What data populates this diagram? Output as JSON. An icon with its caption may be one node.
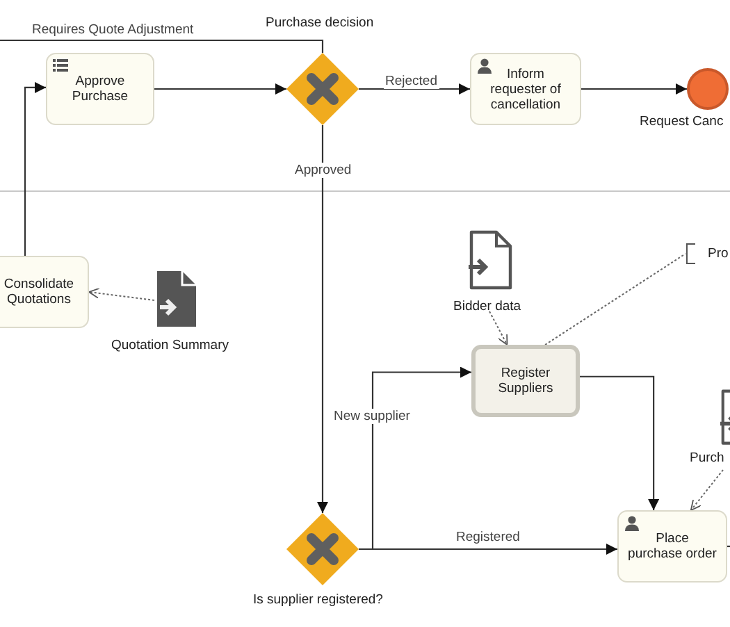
{
  "diagram": {
    "nodes": [
      {
        "text": [
          "Approve Purchase"
        ]
      },
      {
        "text": [
          "Purchase decision"
        ]
      },
      {
        "text": [
          "Inform requester of cancellation"
        ]
      },
      {
        "text": [
          "Request Canc"
        ]
      },
      {
        "text": [
          "Consolidate Quotations"
        ]
      },
      {
        "text": [
          "Quotation Summary"
        ]
      },
      {
        "text": [
          "Bidder data"
        ]
      },
      {
        "text": [
          "Register Suppliers"
        ]
      },
      {
        "text": [
          "Pro"
        ]
      },
      {
        "text": [
          "Is supplier registered?"
        ]
      },
      {
        "text": [
          "Place purchase order"
        ]
      },
      {
        "text": [
          "Purch"
        ]
      }
    ],
    "edges": [
      {
        "from": 1,
        "to": null,
        "arrow": "none",
        "label": "Requires Quote Adjustment"
      },
      {
        "from": 4,
        "to": 0,
        "arrow": "to"
      },
      {
        "from": 0,
        "to": 1,
        "arrow": "to"
      },
      {
        "from": 1,
        "to": 2,
        "arrow": "to",
        "label": "Rejected"
      },
      {
        "from": 2,
        "to": 3,
        "arrow": "to"
      },
      {
        "from": 1,
        "to": 9,
        "arrow": "to",
        "label": "Approved"
      },
      {
        "from": 5,
        "to": 4,
        "arrow": "to",
        "style": "dashed"
      },
      {
        "from": 6,
        "to": 7,
        "arrow": "to",
        "style": "dashed"
      },
      {
        "from": 7,
        "to": 8,
        "arrow": "none",
        "style": "dashed"
      },
      {
        "from": 9,
        "to": 7,
        "arrow": "to",
        "label": "New supplier"
      },
      {
        "from": 9,
        "to": 10,
        "arrow": "to",
        "label": "Registered"
      },
      {
        "from": 7,
        "to": 10,
        "arrow": "to"
      },
      {
        "from": 11,
        "to": 10,
        "arrow": "to",
        "style": "dashed"
      },
      {
        "from": 10,
        "to": null,
        "arrow": "none"
      }
    ]
  }
}
